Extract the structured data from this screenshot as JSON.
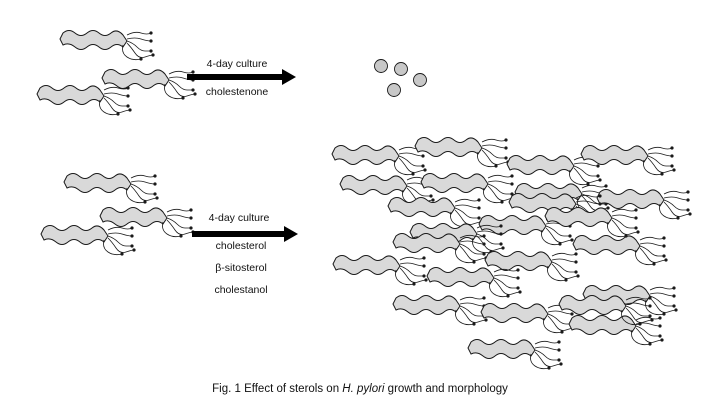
{
  "top_panel": {
    "arrow_label_above": "4-day culture",
    "arrow_label_below": "cholestenone",
    "input_cells": 3,
    "result_cells": 4
  },
  "bottom_panel": {
    "arrow_label_above": "4-day culture",
    "arrow_labels_below": [
      "cholesterol",
      "β-sitosterol",
      "cholestanol"
    ],
    "input_cells": 3,
    "result_cells": 24
  },
  "caption": {
    "prefix": "Fig. 1 Effect of sterols on ",
    "species": "H. pylori",
    "suffix": " growth and morphology"
  },
  "colors": {
    "cell_fill": "#d9d9d9",
    "outline": "#1a1a1a",
    "coccoid_fill": "#c8c8c8",
    "arrow": "#000000"
  },
  "icons": [
    "spiral-bacterium-icon",
    "coccoid-cell-icon",
    "right-arrow-icon"
  ]
}
